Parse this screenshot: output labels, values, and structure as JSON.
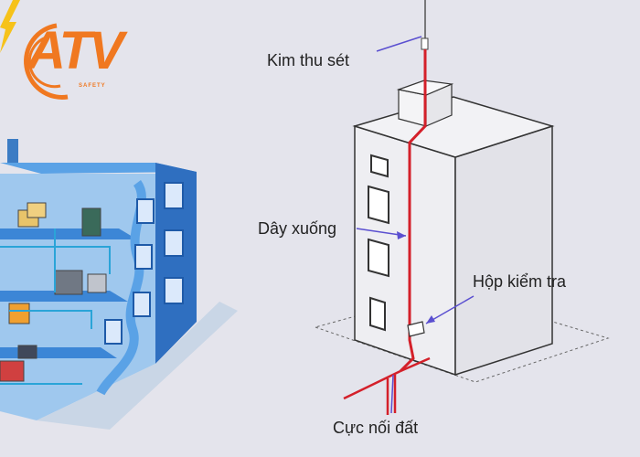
{
  "logo": {
    "text": "ATV",
    "subtext": "SAFETY",
    "color": "#f07820"
  },
  "labels": {
    "lightning_rod": "Kim thu sét",
    "down_conductor": "Dây xuống",
    "test_box": "Hộp kiểm tra",
    "ground_electrode": "Cực nối đất"
  },
  "colors": {
    "background": "#e4e4ec",
    "conductor": "#d4202a",
    "pointer": "#5a4fd0",
    "building_blue": "#3a7fd0"
  }
}
